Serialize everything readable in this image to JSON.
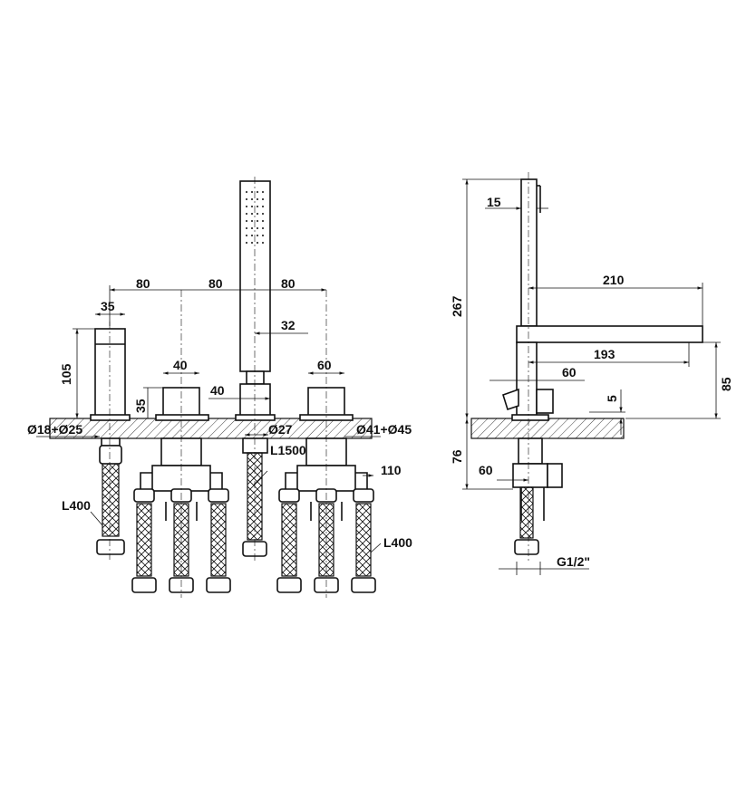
{
  "front_view": {
    "dim_80_a": "80",
    "dim_80_b": "80",
    "dim_80_c": "80",
    "dim_35_width": "35",
    "dim_105": "105",
    "dim_40_handle": "40",
    "dim_35_height": "35",
    "dim_32": "32",
    "dim_40_holder": "40",
    "dim_60": "60",
    "hole_left": "Ø18+Ø25",
    "hole_mid": "Ø27",
    "hole_right": "Ø41+Ø45",
    "hose_shower": "L1500",
    "dim_110": "110",
    "hose_left": "L400",
    "hose_right": "L400"
  },
  "side_view": {
    "dim_15": "15",
    "dim_267": "267",
    "dim_210": "210",
    "dim_193": "193",
    "dim_60": "60",
    "dim_5": "5",
    "dim_85": "85",
    "dim_76": "76",
    "dim_60_below": "60",
    "thread": "G1/2\""
  }
}
